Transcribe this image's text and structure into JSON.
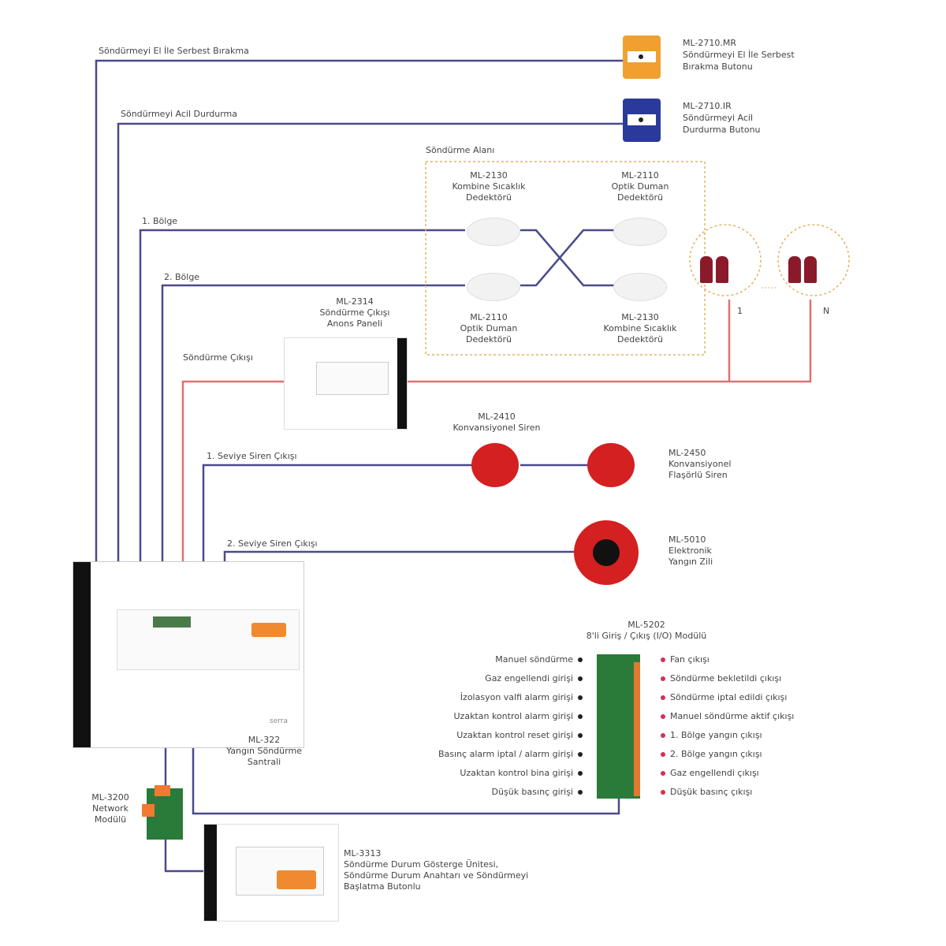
{
  "wire_colors": {
    "signal": "#4a4a8c",
    "release": "#e07070",
    "zone_border": "#e8b060"
  },
  "lines": {
    "manual_release": "Söndürmeyi El İle Serbest Bırakma",
    "emergency_stop": "Söndürmeyi Acil Durdurma",
    "zone1": "1. Bölge",
    "zone2": "2. Bölge",
    "release_output": "Söndürme Çıkışı",
    "siren_level1": "1. Seviye Siren Çıkışı",
    "siren_level2": "2. Seviye Siren Çıkışı"
  },
  "devices": {
    "mr_button": {
      "model": "ML-2710.MR",
      "name_line1": "Söndürmeyi El İle Serbest",
      "name_line2": "Bırakma Butonu",
      "color": "#f0a030"
    },
    "ir_button": {
      "model": "ML-2710.IR",
      "name_line1": "Söndürmeyi Acil",
      "name_line2": "Durdurma Butonu",
      "color": "#2a3a9a"
    },
    "zone": {
      "title": "Söndürme Alanı"
    },
    "det_tl": {
      "model": "ML-2130",
      "line1": "Kombine Sıcaklık",
      "line2": "Dedektörü"
    },
    "det_tr": {
      "model": "ML-2110",
      "line1": "Optik Duman",
      "line2": "Dedektörü"
    },
    "det_bl": {
      "model": "ML-2110",
      "line1": "Optik Duman",
      "line2": "Dedektörü"
    },
    "det_br": {
      "model": "ML-2130",
      "line1": "Kombine Sıcaklık",
      "line2": "Dedektörü"
    },
    "cylinders": {
      "first": "1",
      "last": "N"
    },
    "annunciator": {
      "model": "ML-2314",
      "line1": "Söndürme Çıkışı",
      "line2": "Anons Paneli"
    },
    "siren1": {
      "model": "ML-2410",
      "line1": "Konvansiyonel Siren"
    },
    "siren2": {
      "model": "ML-2450",
      "line1": "Konvansiyonel",
      "line2": "Flaşörlü Siren"
    },
    "bell": {
      "model": "ML-5010",
      "line1": "Elektronik",
      "line2": "Yangın Zili",
      "color": "#d42020"
    },
    "panel": {
      "model": "ML-322",
      "line1": "Yangın Söndürme",
      "line2": "Santrali",
      "brand": "serra"
    },
    "io_module": {
      "model": "ML-5202",
      "title": "8'li Giriş / Çıkış (I/O) Modülü",
      "inputs": [
        "Manuel söndürme",
        "Gaz engellendi girişi",
        "İzolasyon valfi alarm girişi",
        "Uzaktan kontrol alarm girişi",
        "Uzaktan kontrol reset girişi",
        "Basınç alarm iptal / alarm girişi",
        "Uzaktan kontrol bina girişi",
        "Düşük basınç girişi"
      ],
      "outputs": [
        "Fan çıkışı",
        "Söndürme bekletildi çıkışı",
        "Söndürme iptal edildi çıkışı",
        "Manuel söndürme aktif çıkışı",
        "1. Bölge yangın çıkışı",
        "2. Bölge yangın çıkışı",
        "Gaz engellendi çıkışı",
        "Düşük basınç çıkışı"
      ]
    },
    "network": {
      "model": "ML-3200",
      "line1": "Network",
      "line2": "Modülü"
    },
    "repeater": {
      "model": "ML-3313",
      "line1": "Söndürme Durum Gösterge Ünitesi,",
      "line2": "Söndürme Durum Anahtarı ve Söndürmeyi",
      "line3": "Başlatma Butonlu"
    }
  }
}
